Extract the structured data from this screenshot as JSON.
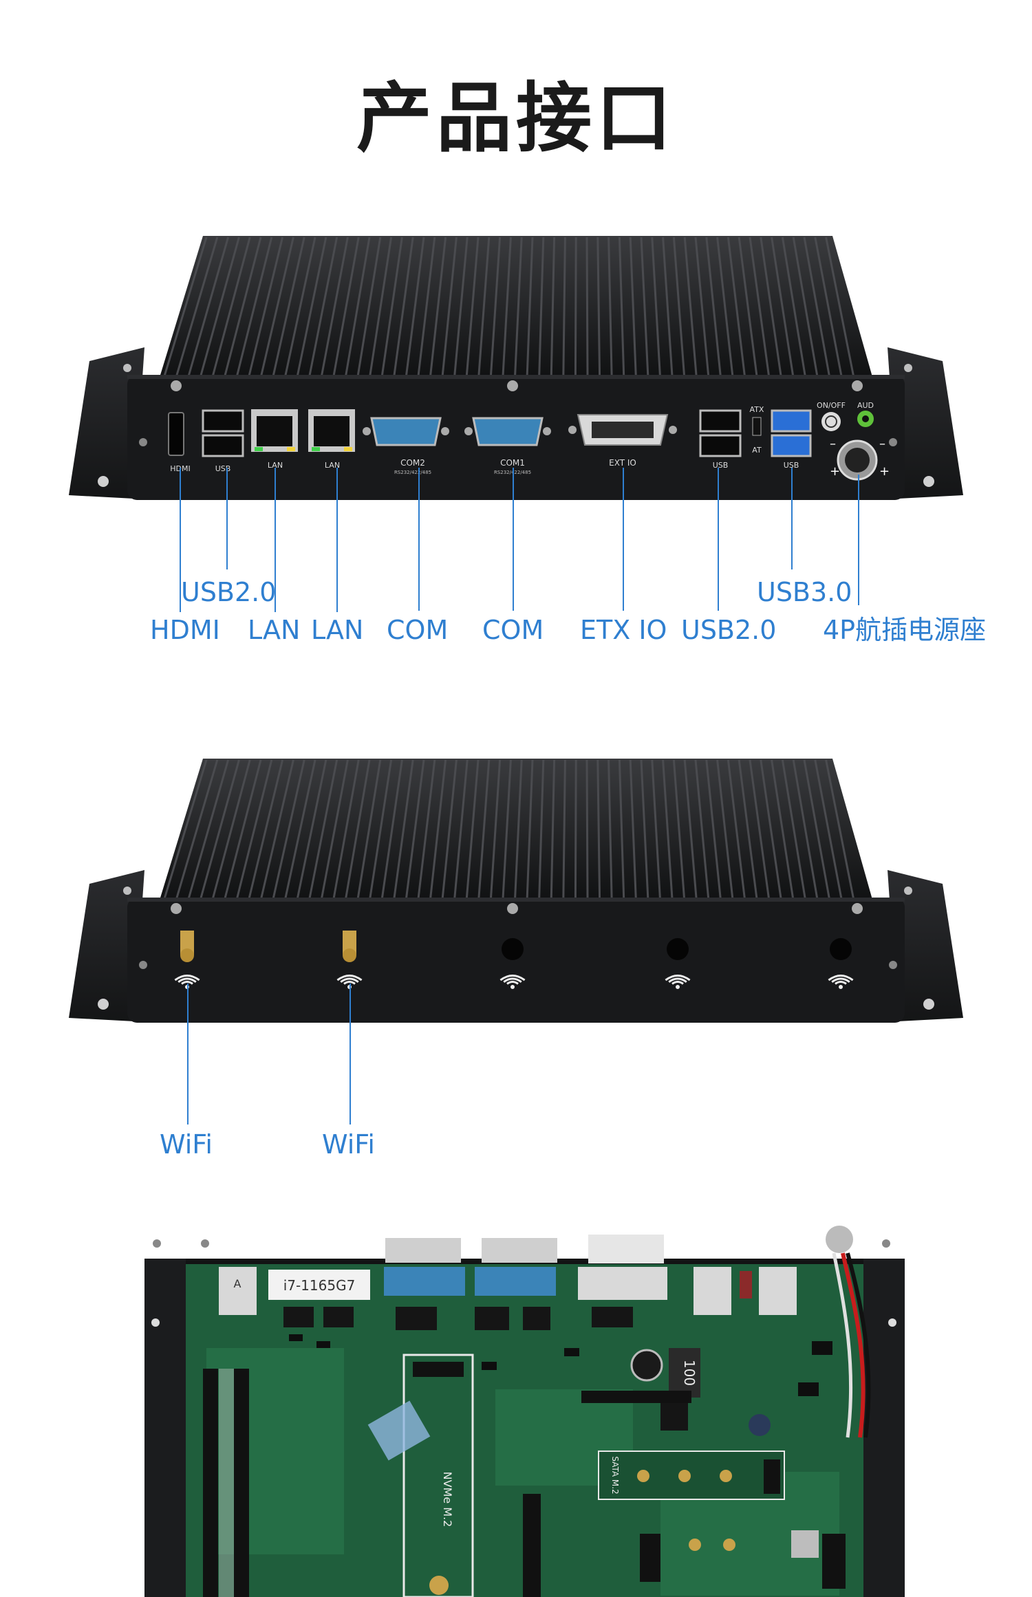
{
  "page": {
    "title": "产品接口"
  },
  "front_panel": {
    "port_labels": [
      "HDMI",
      "USB",
      "LAN",
      "LAN",
      "COM2",
      "RS232/422/485",
      "COM1",
      "RS232/422/485",
      "EXT IO",
      "USB",
      "ATX",
      "AT",
      "USB",
      "ON/OFF",
      "AUD"
    ],
    "callouts": {
      "usb20_left": "USB2.0",
      "hdmi": "HDMI",
      "lan1": "LAN",
      "lan2": "LAN",
      "com1": "COM",
      "com2": "COM",
      "etx_io": "ETX IO",
      "usb20_right": "USB2.0",
      "usb30": "USB3.0",
      "power": "4P航插电源座"
    }
  },
  "back_panel": {
    "callouts": {
      "wifi1": "WiFi",
      "wifi2": "WiFi"
    }
  },
  "mainboard": {
    "cpu_label": "i7-1165G7",
    "nvme_label": "NVMe M.2",
    "sata_label": "SATA M.2",
    "inductor_label": "100"
  },
  "colors": {
    "accent": "#2f7fd0",
    "chassis": "#1a1b1d",
    "pcb": "#1f5e3c"
  }
}
